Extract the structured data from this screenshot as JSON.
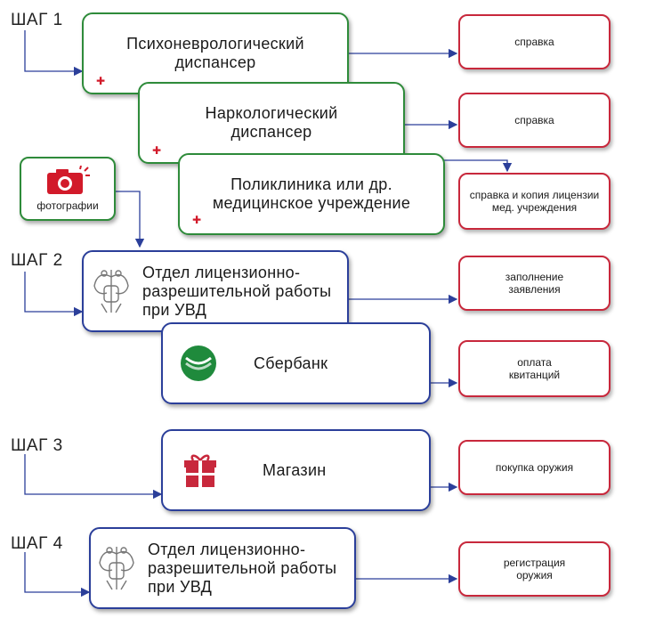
{
  "steps": {
    "s1": "ШАГ 1",
    "s2": "ШАГ 2",
    "s3": "ШАГ 3",
    "s4": "ШАГ 4"
  },
  "boxes": {
    "psycho": "Психоневрологический диспансер",
    "narco": "Наркологический диспансер",
    "clinic": "Поликлиника или др. медицинское учреждение",
    "photo": "фотографии",
    "dept1": "Отдел лицензионно-разрешительной работы при УВД",
    "sberbank": "Сбербанк",
    "shop": "Магазин",
    "dept2": "Отдел лицензионно-разрешительной работы при УВД"
  },
  "results": {
    "r1": "справка",
    "r2": "справка",
    "r3": "справка и копия лицензии мед. учреждения",
    "r4": "заполнение заявления",
    "r5": "оплата квитанций",
    "r6": "покупка оружия",
    "r7": "регистрация оружия"
  },
  "colors": {
    "green_border": "#2e8b3a",
    "blue_border": "#2b3f9a",
    "red_border": "#c8283c",
    "arrow": "#2b3f9a",
    "icon_red": "#d21a2a",
    "sber_green": "#1f8a3c"
  },
  "icons": [
    "camera-icon",
    "emblem-icon",
    "sberbank-logo-icon",
    "gift-icon",
    "medical-cross-icon"
  ]
}
